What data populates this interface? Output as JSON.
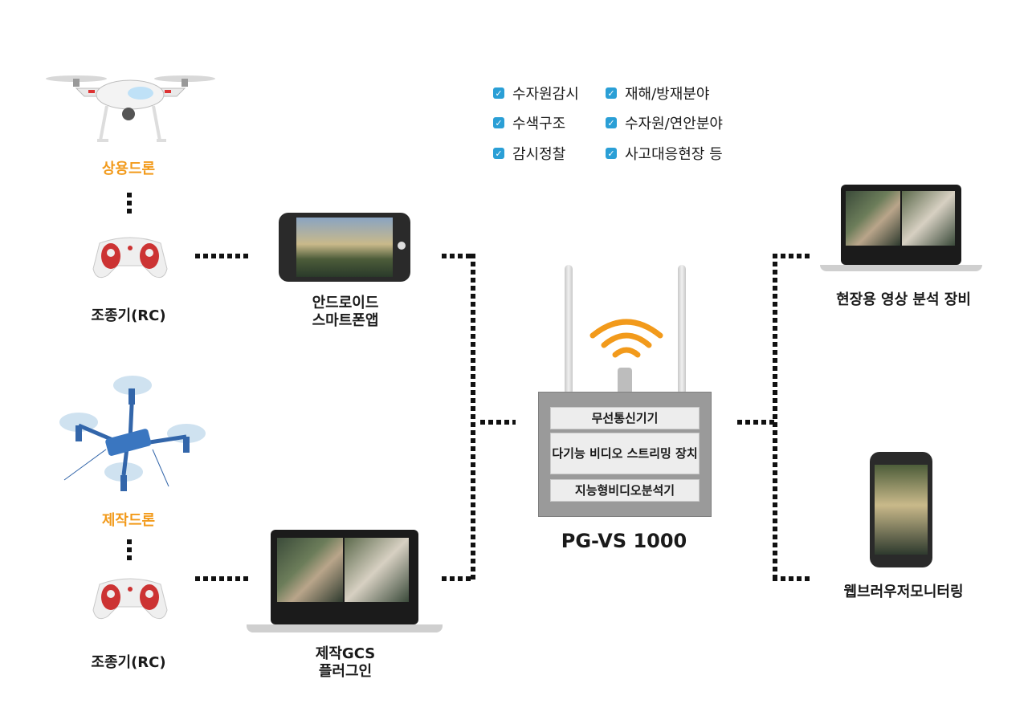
{
  "checklist": {
    "col1": [
      "수자원감시",
      "수색구조",
      "감시정찰"
    ],
    "col2": [
      "재해/방재분야",
      "수자원/연안분야",
      "사고대응현장 등"
    ]
  },
  "nodes": {
    "commercial_drone": "상용드론",
    "rc_top": "조종기(RC)",
    "android_app_line1": "안드로이드",
    "android_app_line2": "스마트폰앱",
    "custom_drone": "제작드론",
    "rc_bottom": "조종기(RC)",
    "gcs_line1": "제작GCS",
    "gcs_line2": "플러그인",
    "field_equipment": "현장용 영상 분석 장비",
    "web_monitoring": "웹브러우저모니터링"
  },
  "device": {
    "name": "PG-VS 1000",
    "rows": [
      "무선통신기기",
      "다기능 비디오 스트리밍 장치",
      "지능형비디오분석기"
    ]
  },
  "colors": {
    "accent_orange": "#f29a1b",
    "check_blue": "#2a9fd6"
  }
}
